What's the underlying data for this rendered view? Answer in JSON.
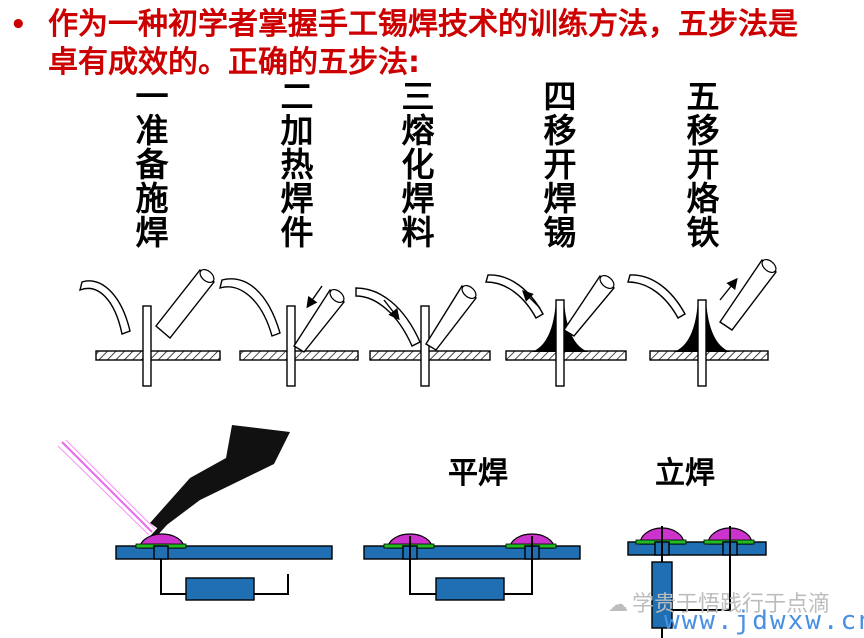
{
  "heading": {
    "bullet": "•",
    "line1": "作为一种初学者掌握手工锡焊技术的训练方法，五步法是",
    "line2": "卓有成效的。正确的五步法:"
  },
  "steps": [
    {
      "chars": [
        "一",
        "准",
        "备",
        "施",
        "焊"
      ]
    },
    {
      "chars": [
        "二",
        "加",
        "热",
        "焊",
        "件"
      ]
    },
    {
      "chars": [
        "三",
        "熔",
        "化",
        "焊",
        "料"
      ]
    },
    {
      "chars": [
        "四",
        "移",
        "开",
        "焊",
        "锡"
      ]
    },
    {
      "chars": [
        "五",
        "移",
        "开",
        "烙",
        "铁"
      ]
    }
  ],
  "modes": {
    "flat": "平焊",
    "vertical": "立焊"
  },
  "watermark": {
    "wechat_icon": "wechat-icon",
    "wechat_text": "学贵于悟践行于点滴",
    "url": "www.jdwxw.cn"
  },
  "colors": {
    "heading": "#cc0000",
    "board": "#1f6fb2",
    "solder": "#cc33cc",
    "pad": "#22bb22",
    "laser": "#ee66ee",
    "url": "#4a90e2"
  }
}
